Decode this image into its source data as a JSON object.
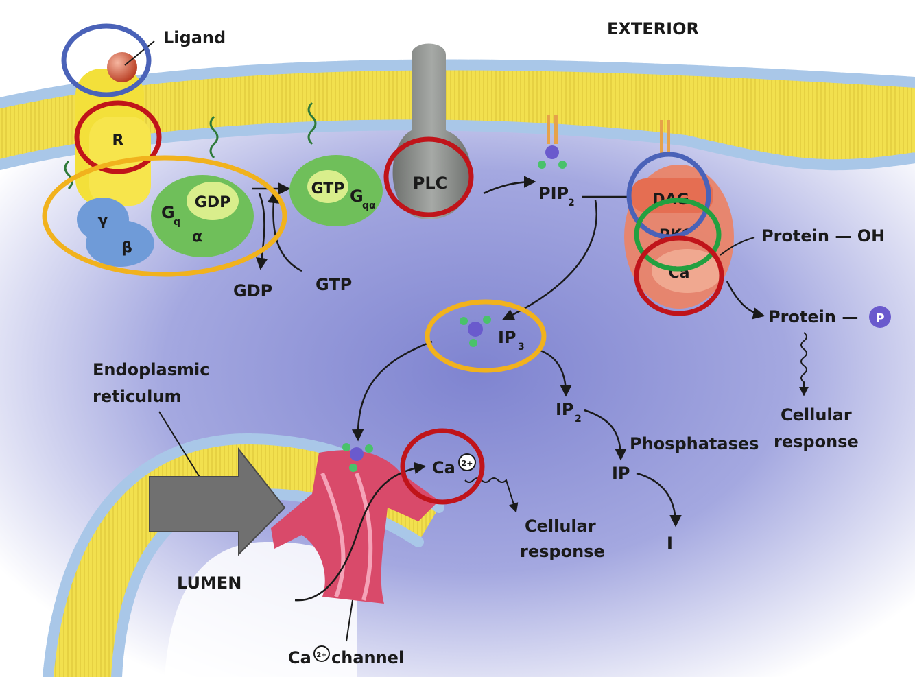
{
  "labels": {
    "ligand": "Ligand",
    "exterior": "EXTERIOR",
    "receptor": "R",
    "gamma": "γ",
    "beta": "β",
    "gq": "G",
    "gq_sub": "q",
    "gdp_inner": "GDP",
    "alpha": "α",
    "gdp_out": "GDP",
    "gtp_in": "GTP",
    "gtp_inner": "GTP",
    "gqa": "G",
    "gqa_sub": "qα",
    "plc": "PLC",
    "pip2": "PIP",
    "pip2_sub": "2",
    "dag": "DAG",
    "pkc": "PKC",
    "ca_pkc": "Ca",
    "protein_oh": "Protein — OH",
    "protein_p": "Protein —",
    "p_symbol": "P",
    "cellular_response_right_1": "Cellular",
    "cellular_response_right_2": "response",
    "ip3": "IP",
    "ip3_sub": "3",
    "ip2": "IP",
    "ip2_sub": "2",
    "phosphatases": "Phosphatases",
    "ip": "IP",
    "i": "I",
    "er_1": "Endoplasmic",
    "er_2": "reticulum",
    "ca_release": "Ca",
    "charge": "2+",
    "cellular_response_center_1": "Cellular",
    "cellular_response_center_2": "response",
    "lumen": "LUMEN",
    "ca_channel_ca": "Ca",
    "ca_channel": "channel"
  },
  "colors": {
    "background": "#ffffff",
    "cytoplasm": "#8e92d6",
    "membrane_core": "#f3e45a",
    "lipid_head": "#a9c7e8",
    "g_protein": "#6fbf5a",
    "gdp_gtp": "#d9ee8c",
    "beta_gamma": "#6f9bd8",
    "plc": "#8a8d8a",
    "pkc": "#ea8468",
    "ca_channel": "#d94a6a",
    "arrow_gray": "#707070",
    "circle_blue": "#4a62b8",
    "circle_red": "#c0141a",
    "circle_orange": "#f1b21d",
    "circle_green": "#23a040"
  }
}
